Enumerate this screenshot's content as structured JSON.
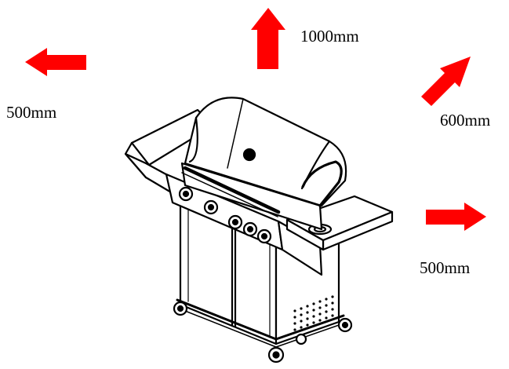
{
  "clearances": {
    "top": "1000mm",
    "left": "500mm",
    "rear": "600mm",
    "right": "500mm"
  },
  "colors": {
    "arrow": "#ff0000",
    "line": "#000000",
    "background": "#ffffff"
  }
}
